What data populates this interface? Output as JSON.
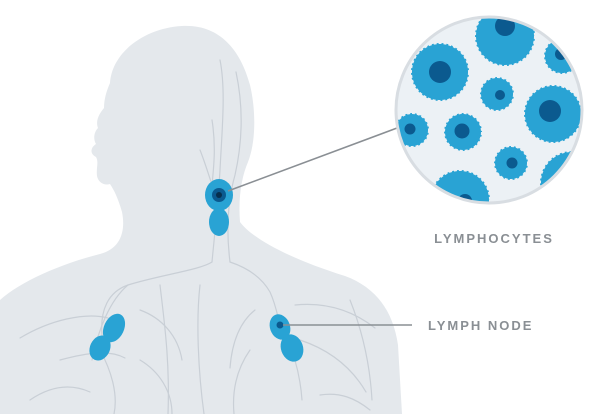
{
  "labels": {
    "lymphocytes": "LYMPHOCYTES",
    "lymph_node": "LYMPH NODE"
  },
  "colors": {
    "body_silhouette": "#e4e8ec",
    "vessel_lines": "#c9cfd6",
    "node_fill": "#29a3d4",
    "node_core": "#0b5a8f",
    "callout_line": "#8a8f94",
    "label_text": "#8a8f94",
    "zoom_background": "#ecf1f5",
    "zoom_border": "#d8dde2"
  },
  "icons": {
    "zoom_view": "magnified-lymphocytes-circle"
  }
}
